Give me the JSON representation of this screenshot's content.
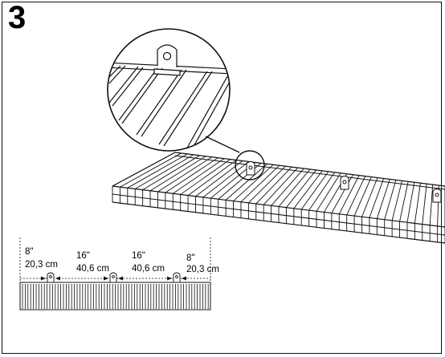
{
  "step": {
    "number": "3"
  },
  "dimensions": [
    {
      "inch": "8\"",
      "cm": "20,3 cm"
    },
    {
      "inch": "16\"",
      "cm": "40,6 cm"
    },
    {
      "inch": "16\"",
      "cm": "40,6 cm"
    },
    {
      "inch": "8\"",
      "cm": "20,3 cm"
    }
  ],
  "colors": {
    "line": "#111111",
    "background": "#ffffff"
  }
}
